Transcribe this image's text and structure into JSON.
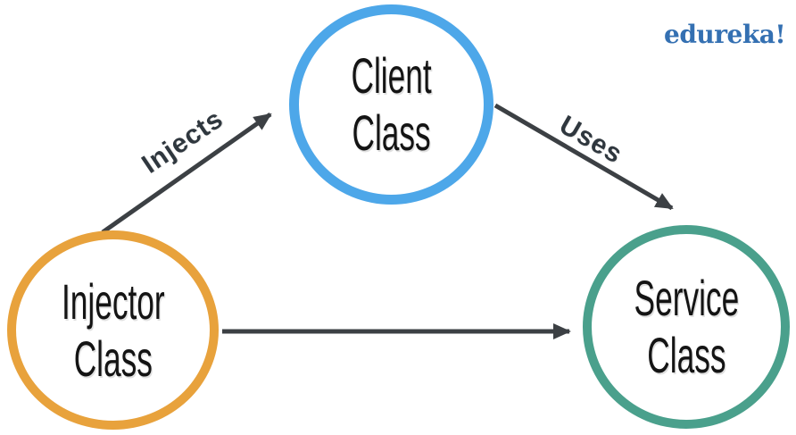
{
  "brand": {
    "logo_text": "edureka!",
    "logo_color": "#3470b2"
  },
  "diagram": {
    "title_concept": "Dependency Injection class relationship",
    "nodes": [
      {
        "id": "client",
        "label_line1": "Client",
        "label_line2": "Class",
        "ring_color": "#4da7e9"
      },
      {
        "id": "injector",
        "label_line1": "Injector",
        "label_line2": "Class",
        "ring_color": "#e8a23c"
      },
      {
        "id": "service",
        "label_line1": "Service",
        "label_line2": "Class",
        "ring_color": "#4aa08c"
      }
    ],
    "edges": [
      {
        "from": "injector",
        "to": "client",
        "label": "Injects"
      },
      {
        "from": "client",
        "to": "service",
        "label": "Uses"
      },
      {
        "from": "injector",
        "to": "service",
        "label": ""
      }
    ],
    "arrow_color": "#3c4044",
    "edge_label_color": "#2f373e",
    "node_text_color": "#141414"
  }
}
